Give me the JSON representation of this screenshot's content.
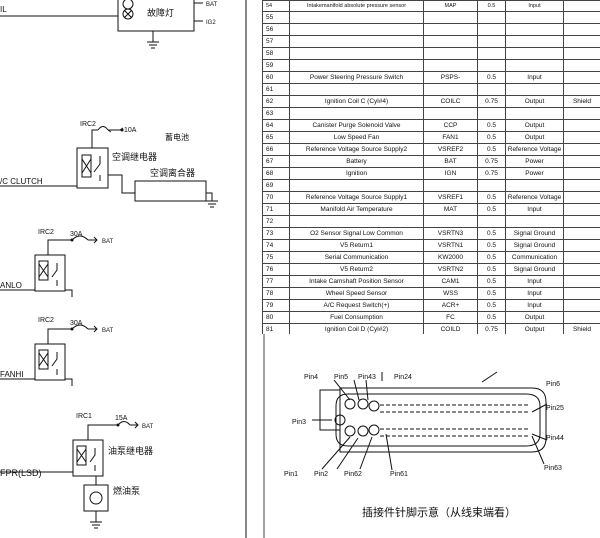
{
  "schematic": {
    "lamp_label": "故障灯",
    "lamp_bat": "BAT",
    "lamp_ig2": "IG2",
    "lamp_wire": "IL",
    "ac_relay_id": "IRC2",
    "ac_fuse": "10A",
    "ac_battery": "蓄电池",
    "ac_relay_label": "空调继电器",
    "ac_clutch_label": "空调离合器",
    "ac_clutch_wire": "/C CLUTCH",
    "fanlo_relay_id": "IRC2",
    "fanlo_fuse": "30A",
    "fanlo_bat": "BAT",
    "fanlo_wire": "ANLO",
    "fanhi_relay_id": "IRC2",
    "fanhi_fuse": "30A",
    "fanhi_bat": "BAT",
    "fanhi_wire": "FANHI",
    "fuel_relay_id": "IRC1",
    "fuel_fuse": "15A",
    "fuel_bat": "BAT",
    "fuel_relay_label": "油泵继电器",
    "fuel_wire": "FPR(LSD)",
    "pump_label": "燃油泵"
  },
  "pin_table": {
    "rows": [
      {
        "no": "54",
        "name": "Intakemanifold absolute pressure sensor",
        "code": "MAP",
        "size": "0.5",
        "dir": "Input",
        "note": ""
      },
      {
        "no": "55",
        "name": "",
        "code": "",
        "size": "",
        "dir": "",
        "note": ""
      },
      {
        "no": "56",
        "name": "",
        "code": "",
        "size": "",
        "dir": "",
        "note": ""
      },
      {
        "no": "57",
        "name": "",
        "code": "",
        "size": "",
        "dir": "",
        "note": ""
      },
      {
        "no": "58",
        "name": "",
        "code": "",
        "size": "",
        "dir": "",
        "note": ""
      },
      {
        "no": "59",
        "name": "",
        "code": "",
        "size": "",
        "dir": "",
        "note": ""
      },
      {
        "no": "60",
        "name": "Power Steering Pressure Switch",
        "code": "PSPS-",
        "size": "0.5",
        "dir": "Input",
        "note": ""
      },
      {
        "no": "61",
        "name": "",
        "code": "",
        "size": "",
        "dir": "",
        "note": ""
      },
      {
        "no": "62",
        "name": "Ignition Coil C (Cyl#4)",
        "code": "COILC",
        "size": "0.75",
        "dir": "Output",
        "note": "Shield"
      },
      {
        "no": "63",
        "name": "",
        "code": "",
        "size": "",
        "dir": "",
        "note": ""
      },
      {
        "no": "64",
        "name": "Canister Purge Solenoid Valve",
        "code": "CCP",
        "size": "0.5",
        "dir": "Output",
        "note": ""
      },
      {
        "no": "65",
        "name": "Low Speed Fan",
        "code": "FAN1",
        "size": "0.5",
        "dir": "Output",
        "note": ""
      },
      {
        "no": "66",
        "name": "Reference Voltage Source Supply2",
        "code": "VSREF2",
        "size": "0.5",
        "dir": "Reference Voltage",
        "note": ""
      },
      {
        "no": "67",
        "name": "Battery",
        "code": "BAT",
        "size": "0.75",
        "dir": "Power",
        "note": ""
      },
      {
        "no": "68",
        "name": "Ignition",
        "code": "IGN",
        "size": "0.75",
        "dir": "Power",
        "note": ""
      },
      {
        "no": "69",
        "name": "",
        "code": "",
        "size": "",
        "dir": "",
        "note": ""
      },
      {
        "no": "70",
        "name": "Reference Voltage Source Supply1",
        "code": "VSREF1",
        "size": "0.5",
        "dir": "Reference Voltage",
        "note": ""
      },
      {
        "no": "71",
        "name": "Manifold Air Temperature",
        "code": "MAT",
        "size": "0.5",
        "dir": "Input",
        "note": ""
      },
      {
        "no": "72",
        "name": "",
        "code": "",
        "size": "",
        "dir": "",
        "note": ""
      },
      {
        "no": "73",
        "name": "O2 Sensor Signal Low Common",
        "code": "VSRTN3",
        "size": "0.5",
        "dir": "Signal Ground",
        "note": ""
      },
      {
        "no": "74",
        "name": "V5 Return1",
        "code": "VSRTN1",
        "size": "0.5",
        "dir": "Signal Ground",
        "note": ""
      },
      {
        "no": "75",
        "name": "Serial Communication",
        "code": "KW2000",
        "size": "0.5",
        "dir": "Communication",
        "note": ""
      },
      {
        "no": "76",
        "name": "V5 Return2",
        "code": "VSRTN2",
        "size": "0.5",
        "dir": "Signal Ground",
        "note": ""
      },
      {
        "no": "77",
        "name": "Intake Camshaft Position Sensor",
        "code": "CAM1",
        "size": "0.5",
        "dir": "Input",
        "note": ""
      },
      {
        "no": "78",
        "name": "Wheel Speed Sensor",
        "code": "WSS",
        "size": "0.5",
        "dir": "Input",
        "note": ""
      },
      {
        "no": "79",
        "name": "A/C Request Switch(+)",
        "code": "ACR+",
        "size": "0.5",
        "dir": "Input",
        "note": ""
      },
      {
        "no": "80",
        "name": "Fuel Consumption",
        "code": "FC",
        "size": "0.5",
        "dir": "Output",
        "note": ""
      },
      {
        "no": "81",
        "name": "Ignition Coil D (Cyl#2)",
        "code": "COILD",
        "size": "0.75",
        "dir": "Output",
        "note": "Shield"
      }
    ]
  },
  "connector": {
    "labels": {
      "pin4": "Pin4",
      "pin5": "Pin5",
      "pin43": "Pin43",
      "pin24": "Pin24",
      "pin3": "Pin3",
      "pin1": "Pin1",
      "pin2": "Pin2",
      "pin62": "Pin62",
      "pin61": "Pin61",
      "pin6": "Pin6",
      "pin25": "Pin25",
      "pin44": "Pin44",
      "pin63": "Pin63"
    },
    "caption": "插接件针脚示意（从线束端看）"
  },
  "colors": {
    "line": "#111111",
    "grid": "#444444",
    "background": "#ffffff"
  }
}
